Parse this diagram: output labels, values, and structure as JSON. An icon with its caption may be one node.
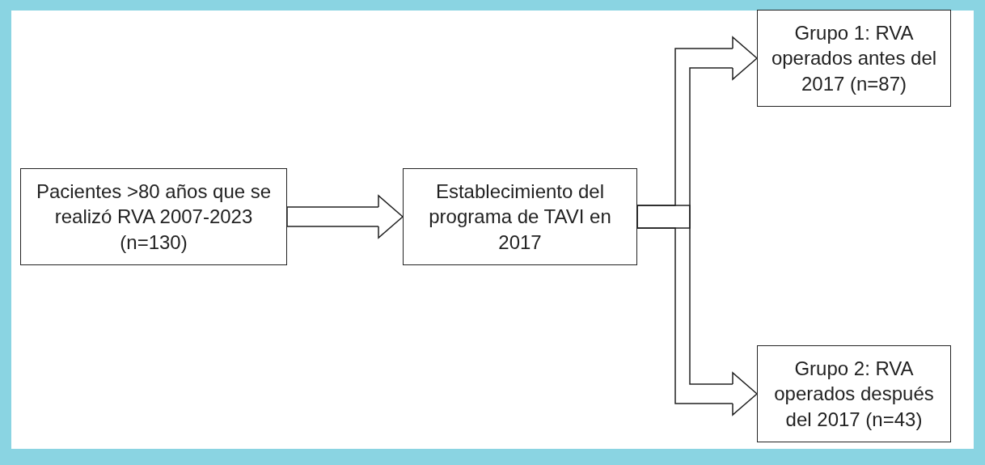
{
  "diagram": {
    "nodes": [
      {
        "text": [
          "Pacientes >80 años que se realizó RVA 2007-2023 (n=130)"
        ]
      },
      {
        "text": [
          "Establecimiento del programa de TAVI en 2017"
        ]
      },
      {
        "text": [
          "Grupo 1: RVA operados antes del 2017 (n=87)"
        ]
      },
      {
        "text": [
          "Grupo 2: RVA operados después del 2017 (n=43)"
        ]
      }
    ],
    "edges": [
      {
        "from": 0,
        "to": 1,
        "arrow": "to"
      },
      {
        "from": 1,
        "to": 2,
        "arrow": "to"
      },
      {
        "from": 1,
        "to": 3,
        "arrow": "to"
      }
    ]
  }
}
